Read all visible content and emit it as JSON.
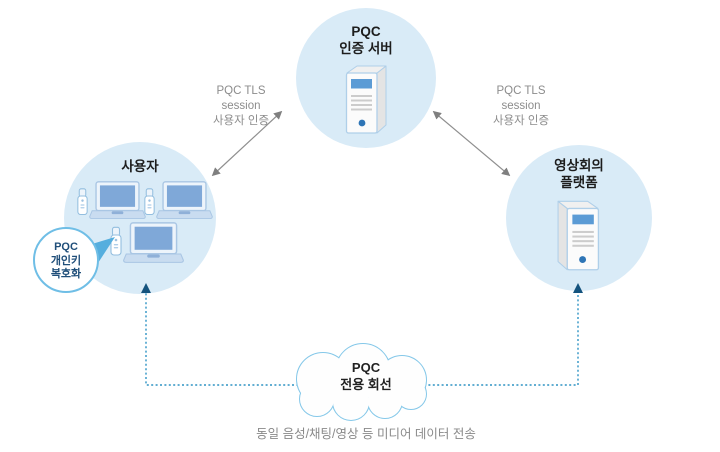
{
  "diagram": {
    "auth_server": {
      "line1": "PQC",
      "line2": "인증 서버",
      "icon": "server-tower-icon"
    },
    "user": {
      "title": "사용자",
      "icon": "laptop-with-usb-key-icons"
    },
    "platform": {
      "line1": "영상회의",
      "line2": "플랫폼",
      "icon": "server-tower-icon"
    },
    "tls_left": {
      "line1": "PQC TLS",
      "line2": "session",
      "line3": "사용자 인증"
    },
    "tls_right": {
      "line1": "PQC TLS",
      "line2": "session",
      "line3": "사용자 인증"
    },
    "bubble": {
      "line1": "PQC",
      "line2": "개인키",
      "line3": "복호화"
    },
    "cloud": {
      "line1": "PQC",
      "line2": "전용 회선"
    },
    "caption": "동일 음성/채팅/영상 등 미디어 데이터 전송"
  },
  "colors": {
    "node_circle_fill": "#D9EBF7",
    "dashed_line": "#2E93C4",
    "dashed_arrowhead": "#14537E",
    "solid_arrow": "#8F8F8F",
    "gray_label_text": "#8C8C8C",
    "title_text": "#1D1D1D",
    "bubble_border": "#6FBEE6",
    "bubble_text": "#1F4E79",
    "cloud_border": "#85C8E9",
    "laptop_screen": "#7FA8D8",
    "server_band": "#5B9BD5",
    "server_dot": "#2E75B6"
  }
}
